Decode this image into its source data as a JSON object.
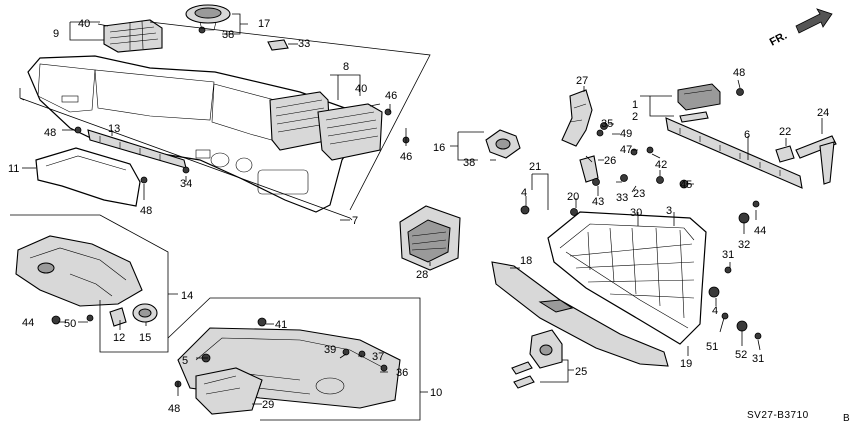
{
  "diagram": {
    "direction_label": "FR.",
    "drawing_code": "SV27-B3710",
    "drawing_code_suffix": "B",
    "callouts": [
      "1",
      "2",
      "3",
      "4",
      "5",
      "6",
      "7",
      "8",
      "9",
      "10",
      "11",
      "12",
      "13",
      "14",
      "15",
      "16",
      "17",
      "18",
      "19",
      "20",
      "21",
      "22",
      "23",
      "24",
      "25",
      "26",
      "27",
      "28",
      "29",
      "30",
      "31",
      "32",
      "33",
      "34",
      "35",
      "36",
      "37",
      "38",
      "39",
      "40",
      "41",
      "42",
      "43",
      "44",
      "45",
      "46",
      "47",
      "48",
      "49",
      "50",
      "51",
      "52"
    ]
  }
}
